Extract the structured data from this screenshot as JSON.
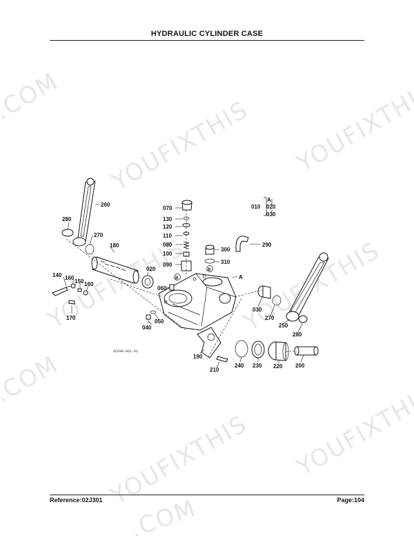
{
  "header": {
    "title": "HYDRAULIC CYLINDER CASE"
  },
  "footer": {
    "reference": "Reference:02J301",
    "page": "Page:104"
  },
  "watermark": {
    "text": "YOUFIXTHIS",
    "fragment": ".COM"
  },
  "diagram": {
    "drawing_code": "6C040-061-01",
    "parts": [
      {
        "id": "p260",
        "label": "260"
      },
      {
        "id": "p280a",
        "label": "280"
      },
      {
        "id": "p270a",
        "label": "270"
      },
      {
        "id": "p180",
        "label": "180"
      },
      {
        "id": "p020a",
        "label": "020"
      },
      {
        "id": "p070",
        "label": "070"
      },
      {
        "id": "p130",
        "label": "130"
      },
      {
        "id": "p120",
        "label": "120"
      },
      {
        "id": "p110",
        "label": "110"
      },
      {
        "id": "p080",
        "label": "080"
      },
      {
        "id": "p100",
        "label": "100"
      },
      {
        "id": "p090",
        "label": "090"
      },
      {
        "id": "p010",
        "label": "010"
      },
      {
        "id": "p020b",
        "label": "020"
      },
      {
        "id": "p030a",
        "label": "030"
      },
      {
        "id": "p290",
        "label": "290"
      },
      {
        "id": "p300",
        "label": "300"
      },
      {
        "id": "p310",
        "label": "310"
      },
      {
        "id": "p140",
        "label": "140"
      },
      {
        "id": "p160a",
        "label": "160"
      },
      {
        "id": "p150",
        "label": "150"
      },
      {
        "id": "p160b",
        "label": "160"
      },
      {
        "id": "p170",
        "label": "170"
      },
      {
        "id": "p060",
        "label": "060"
      },
      {
        "id": "p040",
        "label": "040"
      },
      {
        "id": "p050",
        "label": "050"
      },
      {
        "id": "p030b",
        "label": "030"
      },
      {
        "id": "p270b",
        "label": "270"
      },
      {
        "id": "p250",
        "label": "250"
      },
      {
        "id": "p280b",
        "label": "280"
      },
      {
        "id": "p190",
        "label": "190"
      },
      {
        "id": "p210",
        "label": "210"
      },
      {
        "id": "p240",
        "label": "240"
      },
      {
        "id": "p230",
        "label": "230"
      },
      {
        "id": "p220",
        "label": "220"
      },
      {
        "id": "p200",
        "label": "200"
      }
    ],
    "refs": {
      "a_top": "A",
      "a_side": "A",
      "b_left": "B",
      "b_right": "B"
    }
  }
}
